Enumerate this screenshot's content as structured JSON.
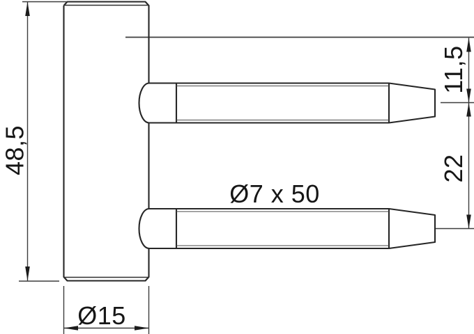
{
  "drawing": {
    "labels": {
      "body_height": "48,5",
      "body_diameter": "Ø15",
      "pin_size": "Ø7 x 50",
      "pin_top_offset": "11,5",
      "pin_spacing": "22"
    },
    "colors": {
      "background": "#ffffff",
      "object_line": "#262626",
      "dimension_line": "#3d3d3d",
      "text": "#161616"
    }
  }
}
